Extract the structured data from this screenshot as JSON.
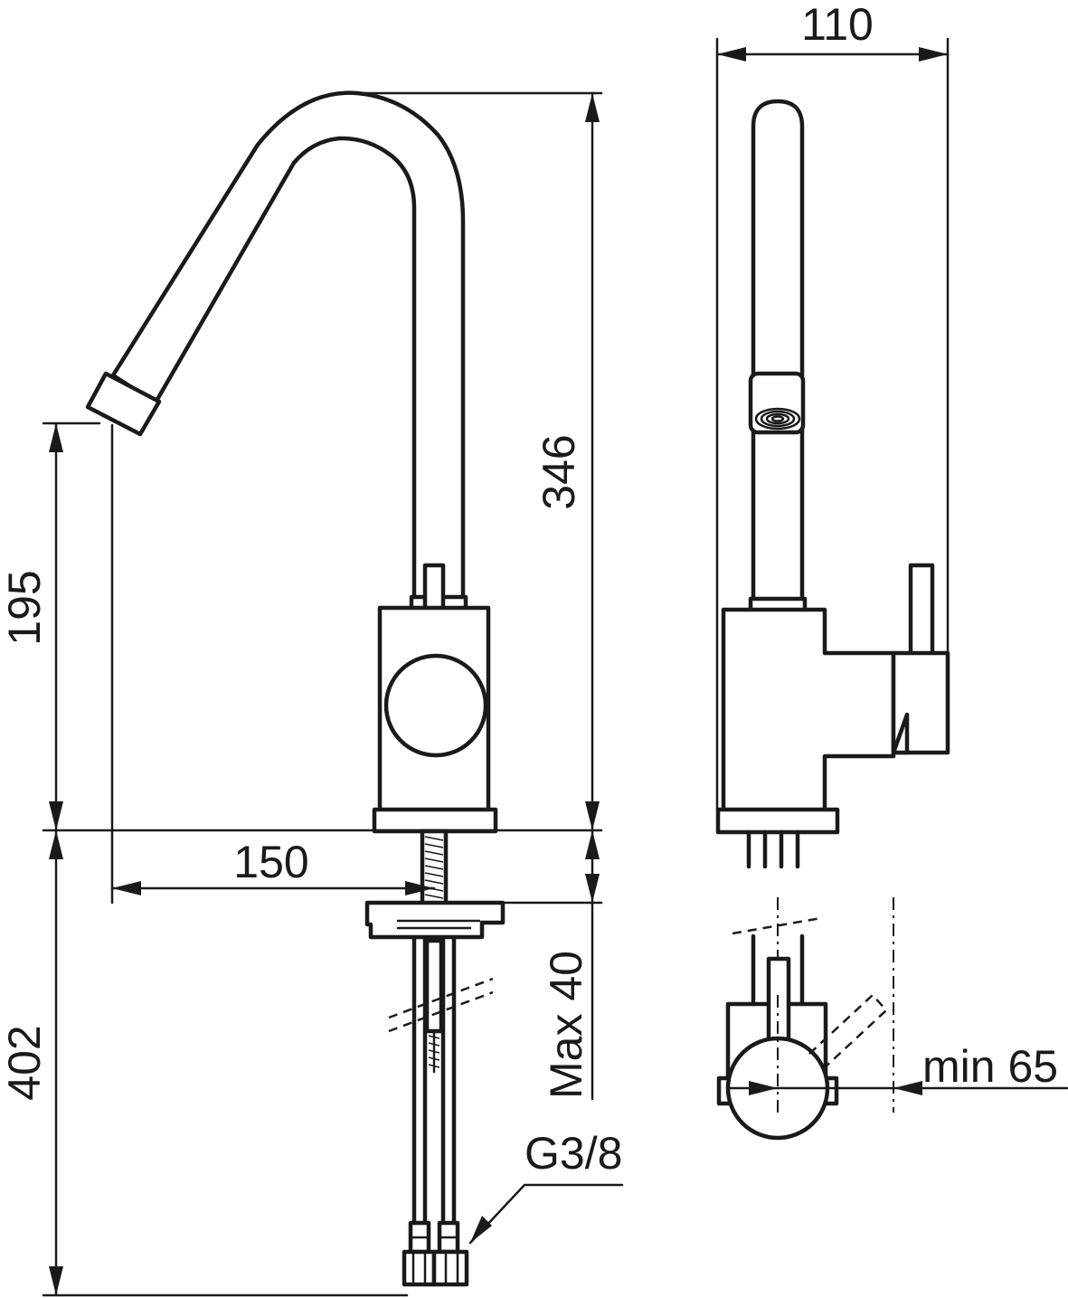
{
  "dimensions": {
    "overall_height": "346",
    "spout_height": "195",
    "spout_reach": "150",
    "depth_width": "110",
    "below_deck_length": "402",
    "max_deck_thickness": "Max 40",
    "min_clearance": "min 65",
    "connection_thread": "G3/8"
  }
}
